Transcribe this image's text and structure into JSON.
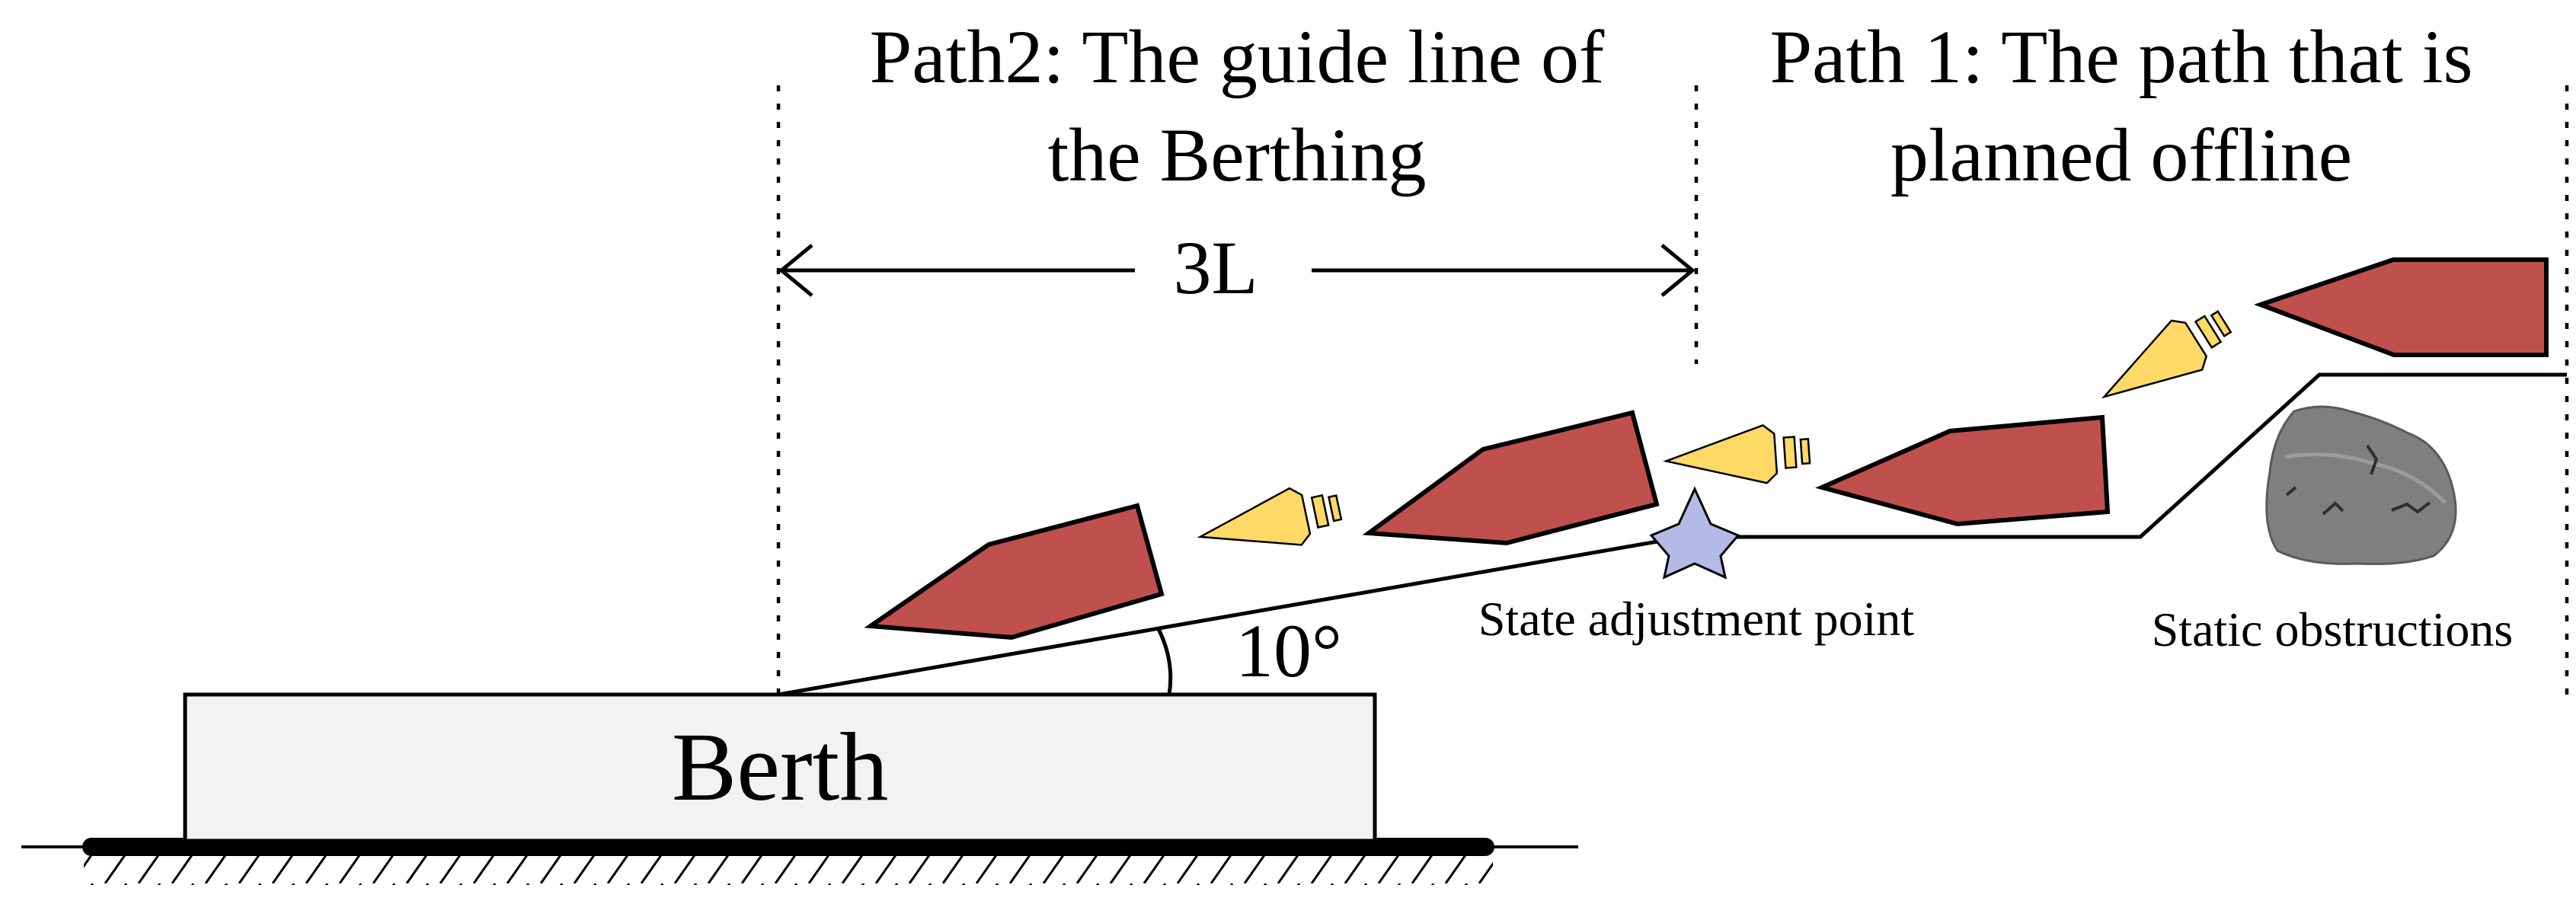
{
  "labels": {
    "path2_line1": "Path2: The guide line of",
    "path2_line2": "the Berthing",
    "path1_line1": "Path 1: The path that is",
    "path1_line2": "planned offline",
    "distance": "3L",
    "angle": "10°",
    "berth": "Berth",
    "state_point": "State adjustment point",
    "obstructions": "Static obstructions"
  },
  "colors": {
    "ship_fill": "#c0504d",
    "direction_arrow_fill": "#ffd966",
    "star_fill": "#b4b9e6",
    "berth_fill": "#f2f2f2",
    "rock_fill": "#7f7f7f"
  },
  "icons": {
    "direction": "arrow-left-icon",
    "state_point": "star-icon",
    "obstruction": "rock-icon"
  }
}
